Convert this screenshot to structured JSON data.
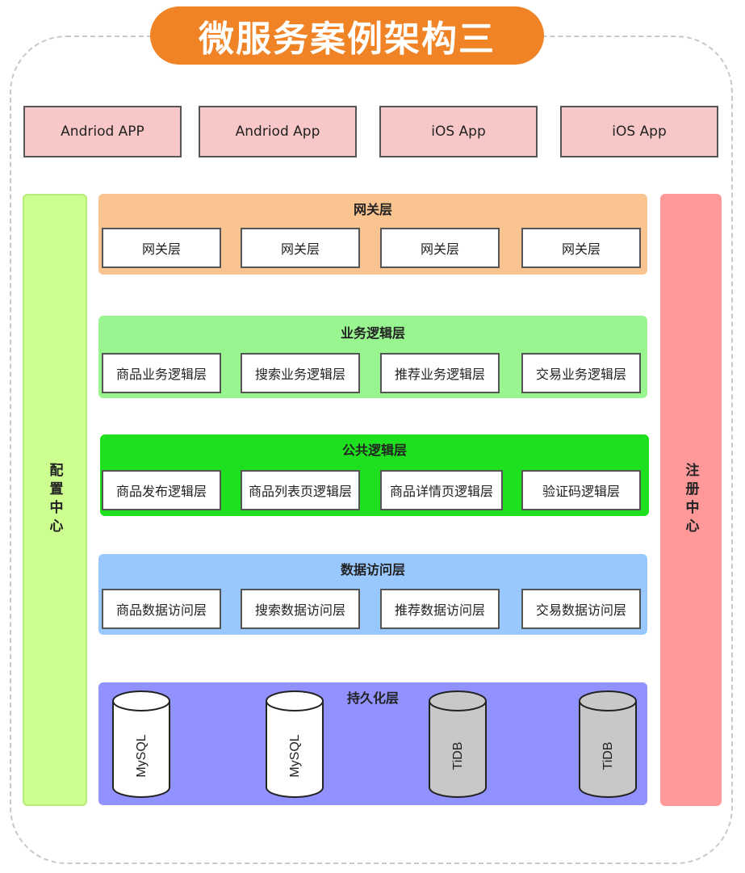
{
  "title": "微服务案例架构三",
  "apps": [
    "Andriod APP",
    "Andriod App",
    "iOS App",
    "iOS App"
  ],
  "config_center": "配置中心",
  "registry_center": "注册中心",
  "gateway_layer": {
    "title": "网关层",
    "items": [
      "网关层",
      "网关层",
      "网关层",
      "网关层"
    ]
  },
  "business_layer": {
    "title": "业务逻辑层",
    "items": [
      "商品业务逻辑层",
      "搜索业务逻辑层",
      "推荐业务逻辑层",
      "交易业务逻辑层"
    ]
  },
  "common_layer": {
    "title": "公共逻辑层",
    "items": [
      "商品发布逻辑层",
      "商品列表页逻辑层",
      "商品详情页逻辑层",
      "验证码逻辑层"
    ]
  },
  "data_access_layer": {
    "title": "数据访问层",
    "items": [
      "商品数据访问层",
      "搜索数据访问层",
      "推荐数据访问层",
      "交易数据访问层"
    ]
  },
  "persistence_layer": {
    "title": "持久化层",
    "databases": [
      "MySQL",
      "MySQL",
      "TiDB",
      "TiDB"
    ]
  },
  "colors": {
    "title_bg": "#ef8326",
    "app_bg": "#f8c8c8",
    "config_bg": "#ccff90",
    "registry_bg": "#ff9999",
    "gateway_bg": "#f9c48f",
    "business_bg": "#99f58f",
    "common_bg": "#1fe01f",
    "data_access_bg": "#99c8ff",
    "persistence_bg": "#9191ff",
    "mysql_fill": "#ffffff",
    "tidb_fill": "#c8c8c8"
  }
}
